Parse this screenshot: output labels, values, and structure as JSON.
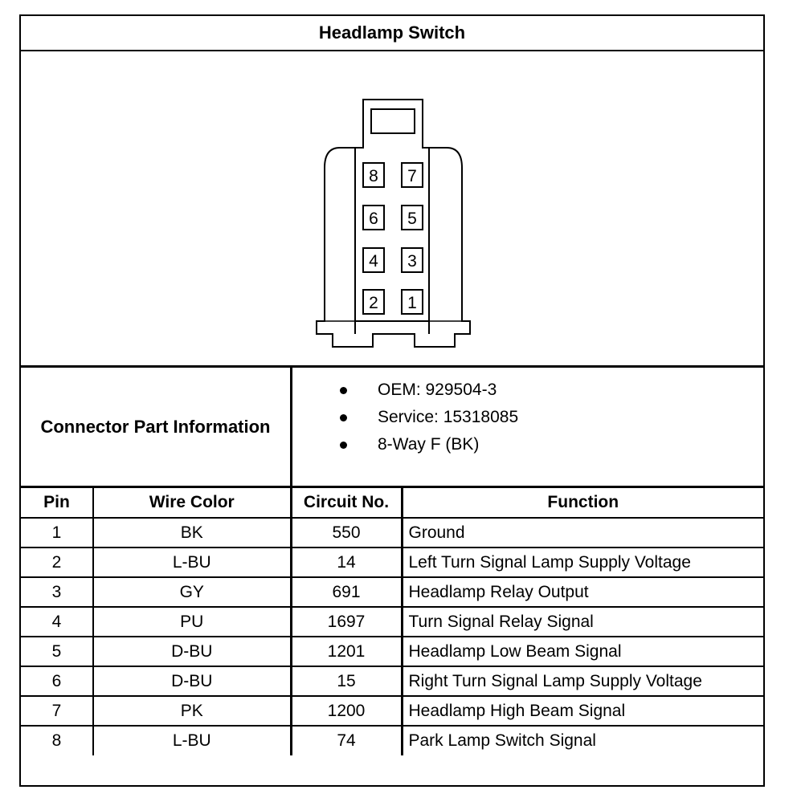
{
  "title": "Headlamp Switch",
  "connector": {
    "pin_labels": [
      "8",
      "7",
      "6",
      "5",
      "4",
      "3",
      "2",
      "1"
    ]
  },
  "part_info": {
    "label": "Connector Part Information",
    "items": [
      "OEM: 929504-3",
      "Service: 15318085",
      "8-Way F (BK)"
    ]
  },
  "table": {
    "headers": [
      "Pin",
      "Wire Color",
      "Circuit No.",
      "Function"
    ],
    "rows": [
      {
        "pin": "1",
        "wire": "BK",
        "circuit": "550",
        "function": "Ground"
      },
      {
        "pin": "2",
        "wire": "L-BU",
        "circuit": "14",
        "function": "Left Turn Signal Lamp Supply Voltage"
      },
      {
        "pin": "3",
        "wire": "GY",
        "circuit": "691",
        "function": "Headlamp Relay Output"
      },
      {
        "pin": "4",
        "wire": "PU",
        "circuit": "1697",
        "function": "Turn Signal Relay Signal"
      },
      {
        "pin": "5",
        "wire": "D-BU",
        "circuit": "1201",
        "function": "Headlamp Low Beam Signal"
      },
      {
        "pin": "6",
        "wire": "D-BU",
        "circuit": "15",
        "function": "Right Turn Signal Lamp Supply Voltage"
      },
      {
        "pin": "7",
        "wire": "PK",
        "circuit": "1200",
        "function": "Headlamp High Beam Signal"
      },
      {
        "pin": "8",
        "wire": "L-BU",
        "circuit": "74",
        "function": "Park Lamp Switch Signal"
      }
    ]
  }
}
